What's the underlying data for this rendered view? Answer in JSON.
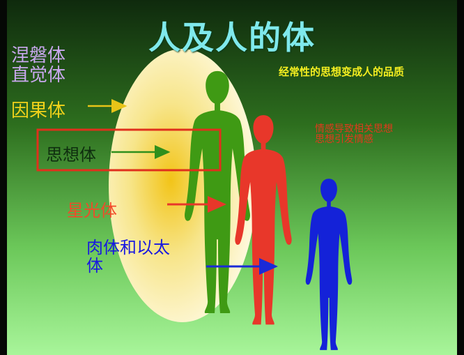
{
  "title": "人及人的体",
  "labels": {
    "nirvana_line1": "涅磐体",
    "nirvana_line2": "直觉体",
    "causal": "因果体",
    "mental": "思想体",
    "astral": "星光体",
    "physical_line1": "肉体和以太",
    "physical_line2": "体"
  },
  "captions": {
    "top_right": "经常性的思想变成人的品质",
    "red_line1": "情感导致相关思想",
    "red_line2": "思想引发情感"
  },
  "colors": {
    "title": "#7fe9ec",
    "background_top": "#0f2a0d",
    "background_bottom": "#a8f59a",
    "aura": "#f7e58a",
    "mental_figure": "#3f9a14",
    "astral_figure": "#e8372a",
    "physical_figure": "#1422d8",
    "highlight_box": "#e0301c"
  }
}
